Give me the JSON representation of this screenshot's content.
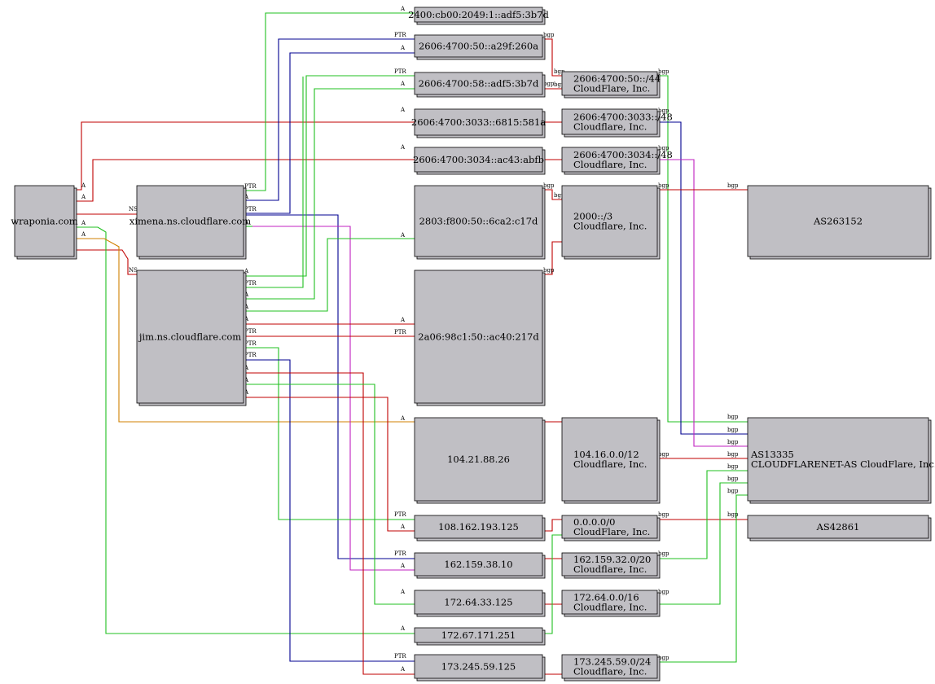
{
  "colors": {
    "red": "#c00000",
    "green": "#20c020",
    "blue": "#000090",
    "magenta": "#c020c0",
    "orange": "#d08000"
  },
  "nodes": {
    "wraponia": [
      "wraponia.com"
    ],
    "ximena": [
      "ximena.ns.cloudflare.com"
    ],
    "jim": [
      "jim.ns.cloudflare.com"
    ],
    "ip2400": [
      "2400:cb00:2049:1::adf5:3b7d"
    ],
    "ip2606a29f": [
      "2606:4700:50::a29f:260a"
    ],
    "ip2606adf5": [
      "2606:4700:58::adf5:3b7d"
    ],
    "ip2606_6815": [
      "2606:4700:3033::6815:581a"
    ],
    "ip2606_ac43": [
      "2606:4700:3034::ac43:abfb"
    ],
    "ip2803": [
      "2803:f800:50::6ca2:c17d"
    ],
    "ip2a06": [
      "2a06:98c1:50::ac40:217d"
    ],
    "ip104": [
      "104.21.88.26"
    ],
    "ip108": [
      "108.162.193.125"
    ],
    "ip162": [
      "162.159.38.10"
    ],
    "ip17264": [
      "172.64.33.125"
    ],
    "ip17267": [
      "172.67.171.251"
    ],
    "ip173": [
      "173.245.59.125"
    ],
    "pfx2606_50": [
      "2606:4700:50::/44",
      "CloudFlare, Inc."
    ],
    "pfx2606_3033": [
      "2606:4700:3033::/48",
      "Cloudflare, Inc."
    ],
    "pfx2606_3034": [
      "2606:4700:3034::/48",
      "Cloudflare, Inc."
    ],
    "pfx2000": [
      "2000::/3",
      "Cloudflare, Inc."
    ],
    "pfx104": [
      "104.16.0.0/12",
      "Cloudflare, Inc."
    ],
    "pfx0000": [
      "0.0.0.0/0",
      "CloudFlare, Inc."
    ],
    "pfx162": [
      "162.159.32.0/20",
      "Cloudflare, Inc."
    ],
    "pfx172": [
      "172.64.0.0/16",
      "Cloudflare, Inc."
    ],
    "pfx173": [
      "173.245.59.0/24",
      "Cloudflare, Inc."
    ],
    "as263152": [
      "AS263152"
    ],
    "as13335": [
      "AS13335",
      "CLOUDFLARENET-AS CloudFlare, Inc."
    ],
    "as42861": [
      "AS42861"
    ]
  },
  "edge_labels": {
    "a": "A",
    "ns": "NS",
    "ptr": "PTR",
    "bgp": "bgp"
  }
}
